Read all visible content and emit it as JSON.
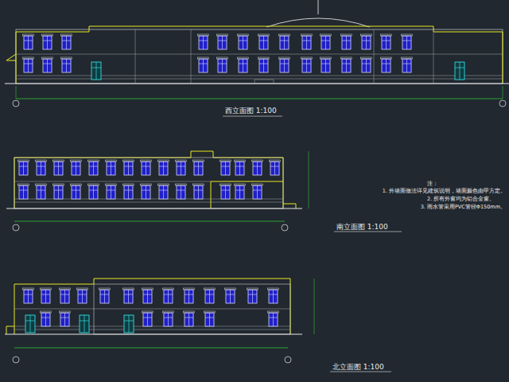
{
  "diagram": {
    "labels": [
      "西立面图 1:100",
      "南立面图 1:100",
      "北立面图 1:100",
      "注：",
      "1. 外墙面做法详见建筑说明，墙面颜色由甲方定。",
      "2. 所有外窗均为铝合金窗。",
      "3. 雨水管采用PVC管径Φ150mm。"
    ]
  }
}
